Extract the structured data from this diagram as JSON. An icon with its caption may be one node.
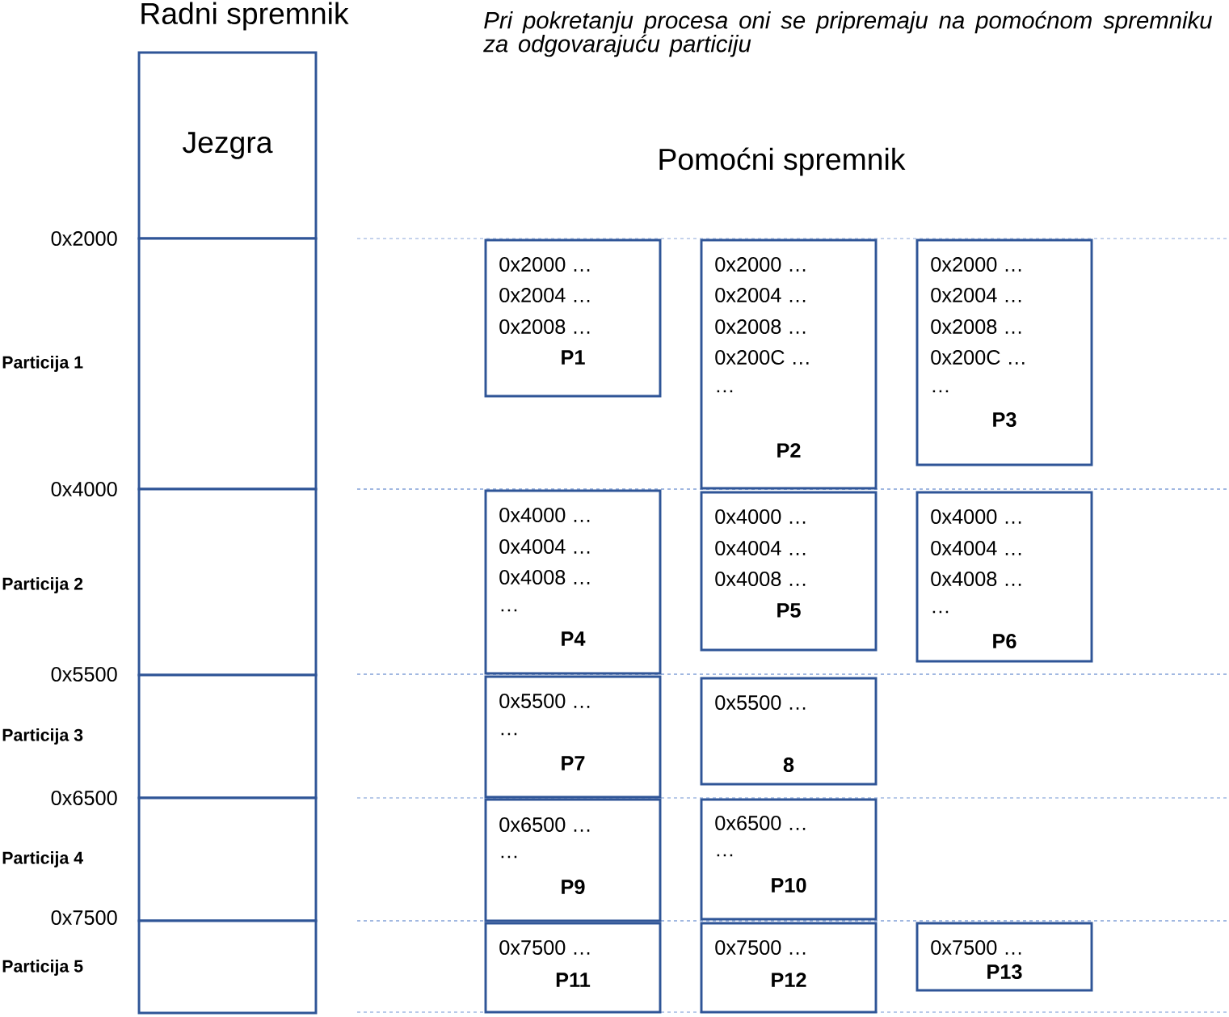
{
  "diagram": {
    "nodes": [
      {
        "text": [
          "Jezgra"
        ]
      },
      {
        "text": [],
        "shape": "box",
        "beside": [
          "Particija 1"
        ]
      },
      {
        "text": [],
        "shape": "box",
        "beside": [
          "Particija 2"
        ]
      },
      {
        "text": [],
        "shape": "box",
        "beside": [
          "Particija 3"
        ]
      },
      {
        "text": [],
        "shape": "box",
        "beside": [
          "Particija 4"
        ]
      },
      {
        "text": [],
        "shape": "box",
        "beside": [
          "Particija 5"
        ]
      },
      {
        "text": [
          "0x2000 …",
          "0x2004 …",
          "0x2008 …",
          "P1"
        ]
      },
      {
        "text": [
          "0x2000 …",
          "0x2004 …",
          "0x2008 …",
          "0x200C …",
          "…",
          "P2"
        ]
      },
      {
        "text": [
          "0x2000 …",
          "0x2004 …",
          "0x2008 …",
          "0x200C …",
          "…",
          "P3"
        ]
      },
      {
        "text": [
          "0x4000 …",
          "0x4004 …",
          "0x4008 …",
          "…",
          "P4"
        ]
      },
      {
        "text": [
          "0x4000 …",
          "0x4004 …",
          "0x4008 …",
          "P5"
        ]
      },
      {
        "text": [
          "0x4000 …",
          "0x4004 …",
          "0x4008 …",
          "…",
          "P6"
        ]
      },
      {
        "text": [
          "0x5500 …",
          "…",
          "P7"
        ]
      },
      {
        "text": [
          "0x5500 …",
          "8"
        ]
      },
      {
        "text": [
          "0x6500 …",
          "…",
          "P9"
        ]
      },
      {
        "text": [
          "0x6500 …",
          "…",
          "P10"
        ]
      },
      {
        "text": [
          "0x7500 …",
          "P11"
        ]
      },
      {
        "text": [
          "0x7500 …",
          "P12"
        ]
      },
      {
        "text": [
          "0x7500 …",
          "P13"
        ]
      }
    ],
    "labels": [
      "Radni spremnik",
      "Pri pokretanju procesa oni se pripremaju na pomoćnom spremniku za odgovarajuću particiju",
      "Pomoćni spremnik",
      "0x2000",
      "0x4000",
      "0x5500",
      "0x6500",
      "0x7500"
    ]
  }
}
